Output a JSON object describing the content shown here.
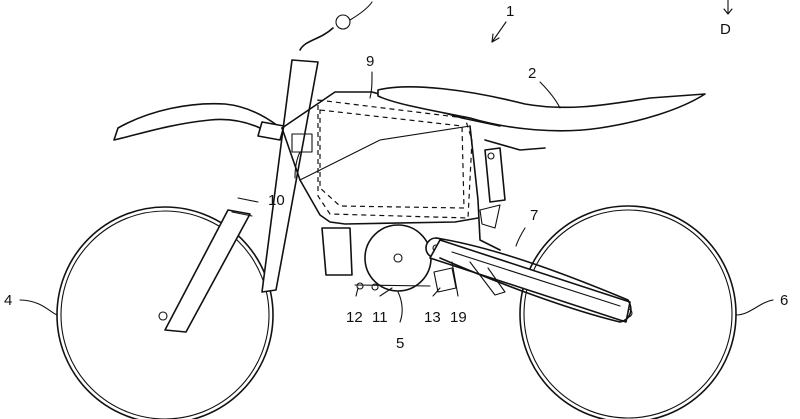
{
  "labels": {
    "l1": "1",
    "l2": "2",
    "l4": "4",
    "l5": "5",
    "l6": "6",
    "l7": "7",
    "l9": "9",
    "l10": "10",
    "l11": "11",
    "l12": "12",
    "l13": "13",
    "l19": "19",
    "lD": "D"
  }
}
